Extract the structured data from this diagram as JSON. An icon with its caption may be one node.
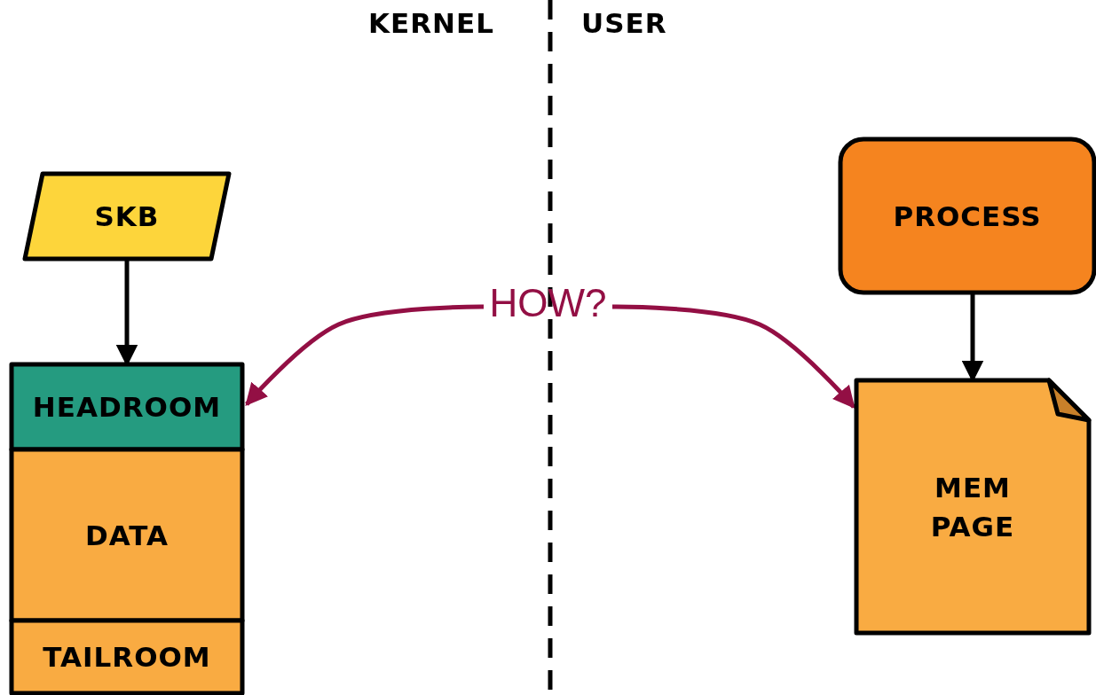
{
  "diagram": {
    "nodes": [
      {
        "text": [
          "SKB"
        ]
      },
      {
        "text": [
          "HEADROOM"
        ]
      },
      {
        "text": [
          "DATA"
        ]
      },
      {
        "text": [
          "TAILROOM"
        ]
      },
      {
        "text": [
          "PROCESS"
        ]
      },
      {
        "text": [
          "MEM PAGE"
        ]
      },
      {
        "text": [
          "HOW?"
        ]
      }
    ],
    "edges": [
      {
        "from": 0,
        "to": 1,
        "arrow": "to"
      },
      {
        "from": 4,
        "to": 5,
        "arrow": "to"
      },
      {
        "from": 6,
        "to": 1,
        "arrow": "to",
        "color": "#930f44"
      },
      {
        "from": 6,
        "to": 5,
        "arrow": "to",
        "color": "#930f44"
      }
    ],
    "labels": [
      "KERNEL",
      "USER"
    ]
  }
}
